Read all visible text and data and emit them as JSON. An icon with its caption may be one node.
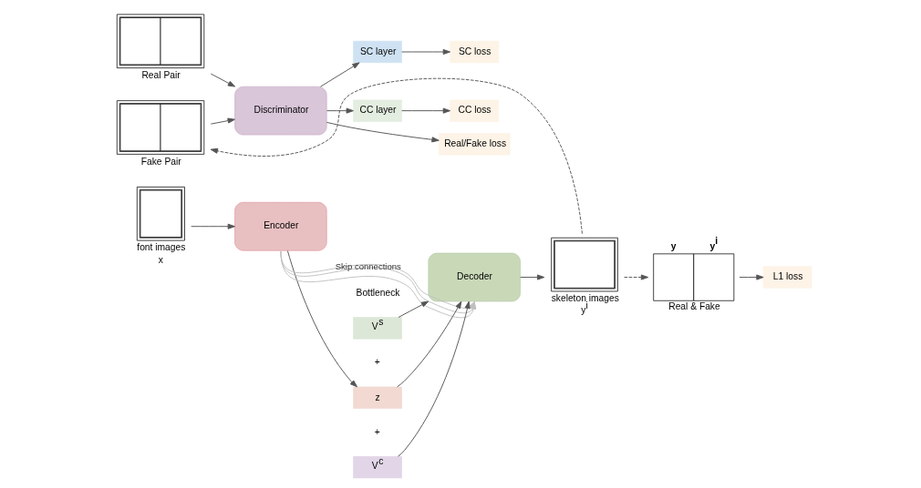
{
  "diagram": {
    "nodes": [
      {
        "text": [],
        "shape": "picture",
        "beside": [
          "font images",
          "x"
        ]
      },
      {
        "text": [
          "Encoder"
        ]
      },
      {
        "text": [
          "V$^{s}$"
        ]
      },
      {
        "text": [
          "z"
        ]
      },
      {
        "text": [
          "V$^{c}$"
        ]
      },
      {
        "text": [
          "Decoder"
        ]
      },
      {
        "text": [],
        "shape": "picture",
        "beside": [
          "skeleton images",
          "y$^{i}$"
        ]
      },
      {
        "text": [],
        "shape": "picture",
        "beside": [
          "Fake Pair"
        ]
      },
      {
        "text": [],
        "shape": "picture",
        "beside": [
          "Real Pair"
        ]
      },
      {
        "text": [
          "Discriminator"
        ]
      },
      {
        "text": [
          "SC layer"
        ]
      },
      {
        "text": [
          "CC layer"
        ]
      },
      {
        "text": [
          "SC loss"
        ]
      },
      {
        "text": [
          "Real/Fake loss"
        ]
      },
      {
        "text": [
          "CC loss"
        ]
      },
      {
        "text": [
          "y",
          "y$^{i}$"
        ],
        "beside": [
          "Real & Fake"
        ]
      },
      {
        "text": [
          "L1 loss"
        ]
      }
    ],
    "edges": [
      {
        "from": 0,
        "to": 1,
        "arrow": "to"
      },
      {
        "from": 1,
        "to": 3,
        "arrow": "to"
      },
      {
        "from": 2,
        "to": 5,
        "arrow": "to"
      },
      {
        "from": 3,
        "to": 5,
        "arrow": "to"
      },
      {
        "from": 4,
        "to": 5,
        "arrow": "to"
      },
      {
        "from": 5,
        "to": 6,
        "arrow": "to"
      },
      {
        "from": 1,
        "to": 5,
        "arrow": "to",
        "color": "#c0c0c0"
      },
      {
        "from": 1,
        "to": 5,
        "arrow": "to",
        "color": "#c0c0c0"
      },
      {
        "from": 1,
        "to": 5,
        "arrow": "to",
        "color": "#c0c0c0",
        "label": "Skip connections"
      },
      {
        "from": 6,
        "to": 7,
        "arrow": "to",
        "style": "dashed"
      },
      {
        "from": 6,
        "to": 15,
        "arrow": "to",
        "style": "dashed"
      },
      {
        "from": 7,
        "to": 9,
        "arrow": "to"
      },
      {
        "from": 8,
        "to": 9,
        "arrow": "to"
      },
      {
        "from": 9,
        "to": 10,
        "arrow": "to"
      },
      {
        "from": 9,
        "to": 13,
        "arrow": "to"
      },
      {
        "from": 9,
        "to": 11,
        "arrow": "to"
      },
      {
        "from": 10,
        "to": 12,
        "arrow": "to"
      },
      {
        "from": 11,
        "to": 14,
        "arrow": "to"
      },
      {
        "from": 15,
        "to": 16,
        "arrow": "to"
      }
    ],
    "labels": [
      "Bottleneck",
      "+",
      "+"
    ]
  }
}
